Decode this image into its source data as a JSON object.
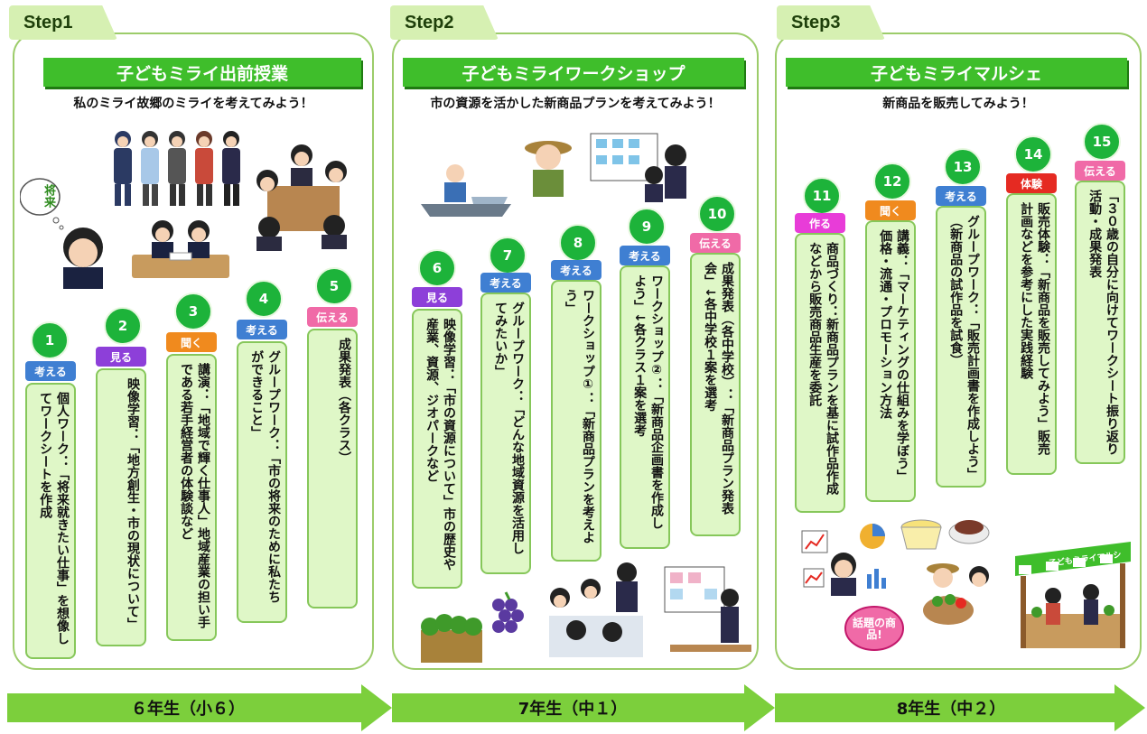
{
  "steps": [
    {
      "step_label": "Step1",
      "title": "子どもミライ出前授業",
      "subtitle": "私のミライ故郷のミライを考えてみよう！",
      "grade": "６年生（小６）",
      "illustration_text": "将来",
      "activities": [
        {
          "num": "1",
          "tag": "考える",
          "text": "個人ワーク：「将来就きたい仕事」を想像してワークシートを作成"
        },
        {
          "num": "2",
          "tag": "見る",
          "text": "映像学習：「地方創生・市の現状について」"
        },
        {
          "num": "3",
          "tag": "聞く",
          "text": "講演：「地域で輝く仕事人」地域産業の担い手である若手経営者の体験談など"
        },
        {
          "num": "4",
          "tag": "考える",
          "text": "グループワーク：「市の将来のために私たちができること」"
        },
        {
          "num": "5",
          "tag": "伝える",
          "text": "成果発表（各クラス）"
        }
      ]
    },
    {
      "step_label": "Step2",
      "title": "子どもミライワークショップ",
      "subtitle": "市の資源を活かした新商品プランを考えてみよう！",
      "grade": "7年生（中１）",
      "activities": [
        {
          "num": "6",
          "tag": "見る",
          "text": "映像学習：「市の資源について」市の歴史や産業、資源、ジオパークなど"
        },
        {
          "num": "7",
          "tag": "考える",
          "text": "グループワーク：「どんな地域資源を活用してみたいか」"
        },
        {
          "num": "8",
          "tag": "考える",
          "text": "ワークショップ①：「新商品プランを考えよう」"
        },
        {
          "num": "9",
          "tag": "考える",
          "text": "ワークショップ②：「新商品企画書を作成しよう」↓各クラス１案を選考"
        },
        {
          "num": "10",
          "tag": "伝える",
          "text": "成果発表（各中学校）：「新商品プラン発表会」↓各中学校１案を選考"
        }
      ]
    },
    {
      "step_label": "Step3",
      "title": "子どもミライマルシェ",
      "subtitle": "新商品を販売してみよう！",
      "grade": "8年生（中２）",
      "illustration_text": "話題の商品!",
      "stall_text": "子どもミライマルシェ",
      "activities": [
        {
          "num": "11",
          "tag": "作る",
          "text": "商品づくり：新商品プランを基に試作品作成などから販売商品生産を委託"
        },
        {
          "num": "12",
          "tag": "聞く",
          "text": "講義：「マーケティングの仕組みを学ぼう」価格・流通・プロモーション方法"
        },
        {
          "num": "13",
          "tag": "考える",
          "text": "グループワーク：「販売計画書を作成しよう」（新商品の試作品を試食）"
        },
        {
          "num": "14",
          "tag": "体験",
          "text": "販売体験：「新商品を販売してみよう」販売計画などを参考にした実践経験"
        },
        {
          "num": "15",
          "tag": "伝える",
          "text": "「３０歳の自分に向けてワークシート振り返り活動・成果発表"
        }
      ]
    }
  ]
}
